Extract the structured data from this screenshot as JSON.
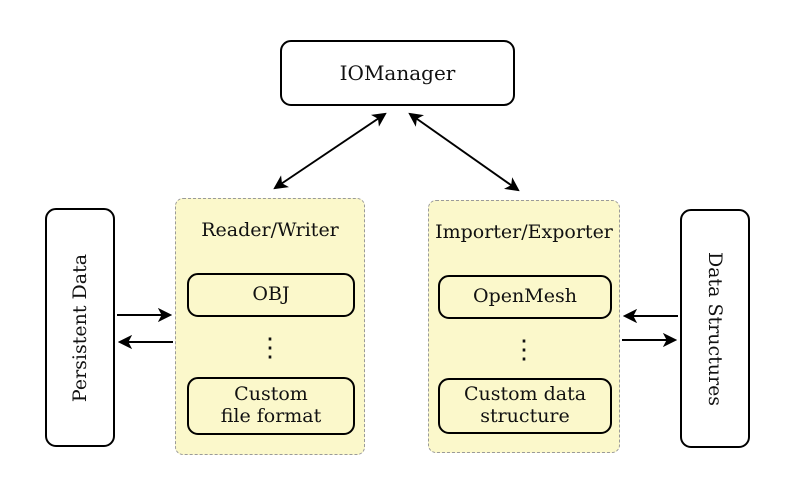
{
  "diagram": {
    "title_node": "IOManager",
    "left_node": "Persistent Data",
    "right_node": "Data Structures",
    "reader_writer": {
      "title": "Reader/Writer",
      "items": [
        "OBJ",
        "Custom\nfile format"
      ],
      "ellipsis": "⋮"
    },
    "importer_exporter": {
      "title": "Importer/Exporter",
      "items": [
        "OpenMesh",
        "Custom data\nstructure"
      ],
      "ellipsis": "⋮"
    },
    "colors": {
      "group_fill": "#FBF8CB",
      "group_border": "#9A9A9A",
      "node_fill": "#FFFFFF",
      "line": "#000000"
    }
  }
}
